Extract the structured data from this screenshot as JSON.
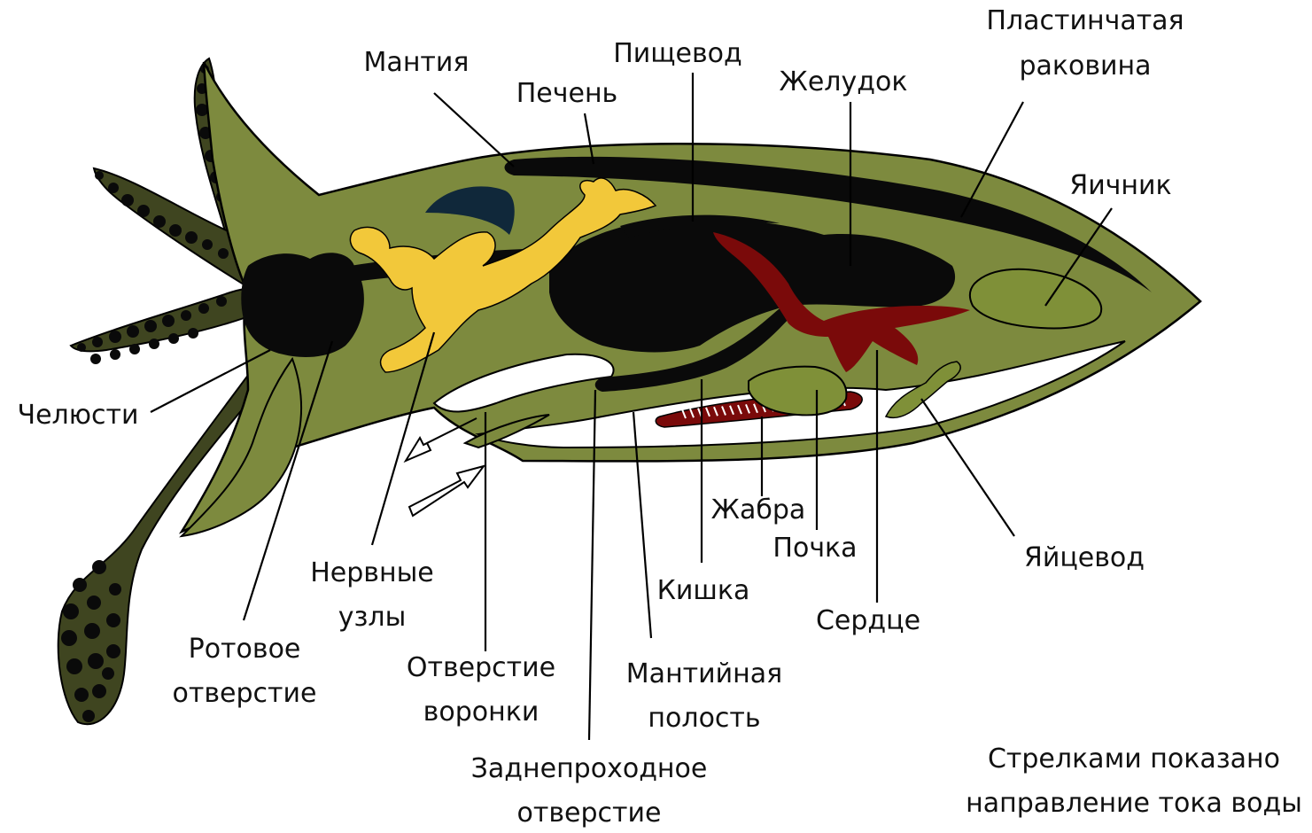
{
  "colors": {
    "body": "#7d8a3e",
    "tentacle": "#3f4520",
    "organ": "#0a0a0a",
    "nerve": "#f2c83a",
    "blood": "#7a0a0a",
    "gonad": "#7f9038",
    "ink": "#10283a"
  },
  "labels": {
    "mantle": "Мантия",
    "esophagus": "Пищевод",
    "liver": "Печень",
    "stomach": "Желудок",
    "shell_line1": "Пластинчатая",
    "shell_line2": "раковина",
    "ovary": "Яичник",
    "jaws": "Челюсти",
    "gill": "Жабра",
    "kidney": "Почка",
    "oviduct": "Яйцевод",
    "nerve_line1": "Нервные",
    "nerve_line2": "узлы",
    "intestine": "Кишка",
    "heart": "Сердце",
    "mouth_line1": "Ротовое",
    "mouth_line2": "отверстие",
    "funnel_line1": "Отверстие",
    "funnel_line2": "воронки",
    "cavity_line1": "Мантийная",
    "cavity_line2": "полость",
    "anus_line1": "Заднепроходное",
    "anus_line2": "отверстие"
  },
  "note": {
    "line1": "Стрелками показано",
    "line2": "направление тока воды"
  }
}
